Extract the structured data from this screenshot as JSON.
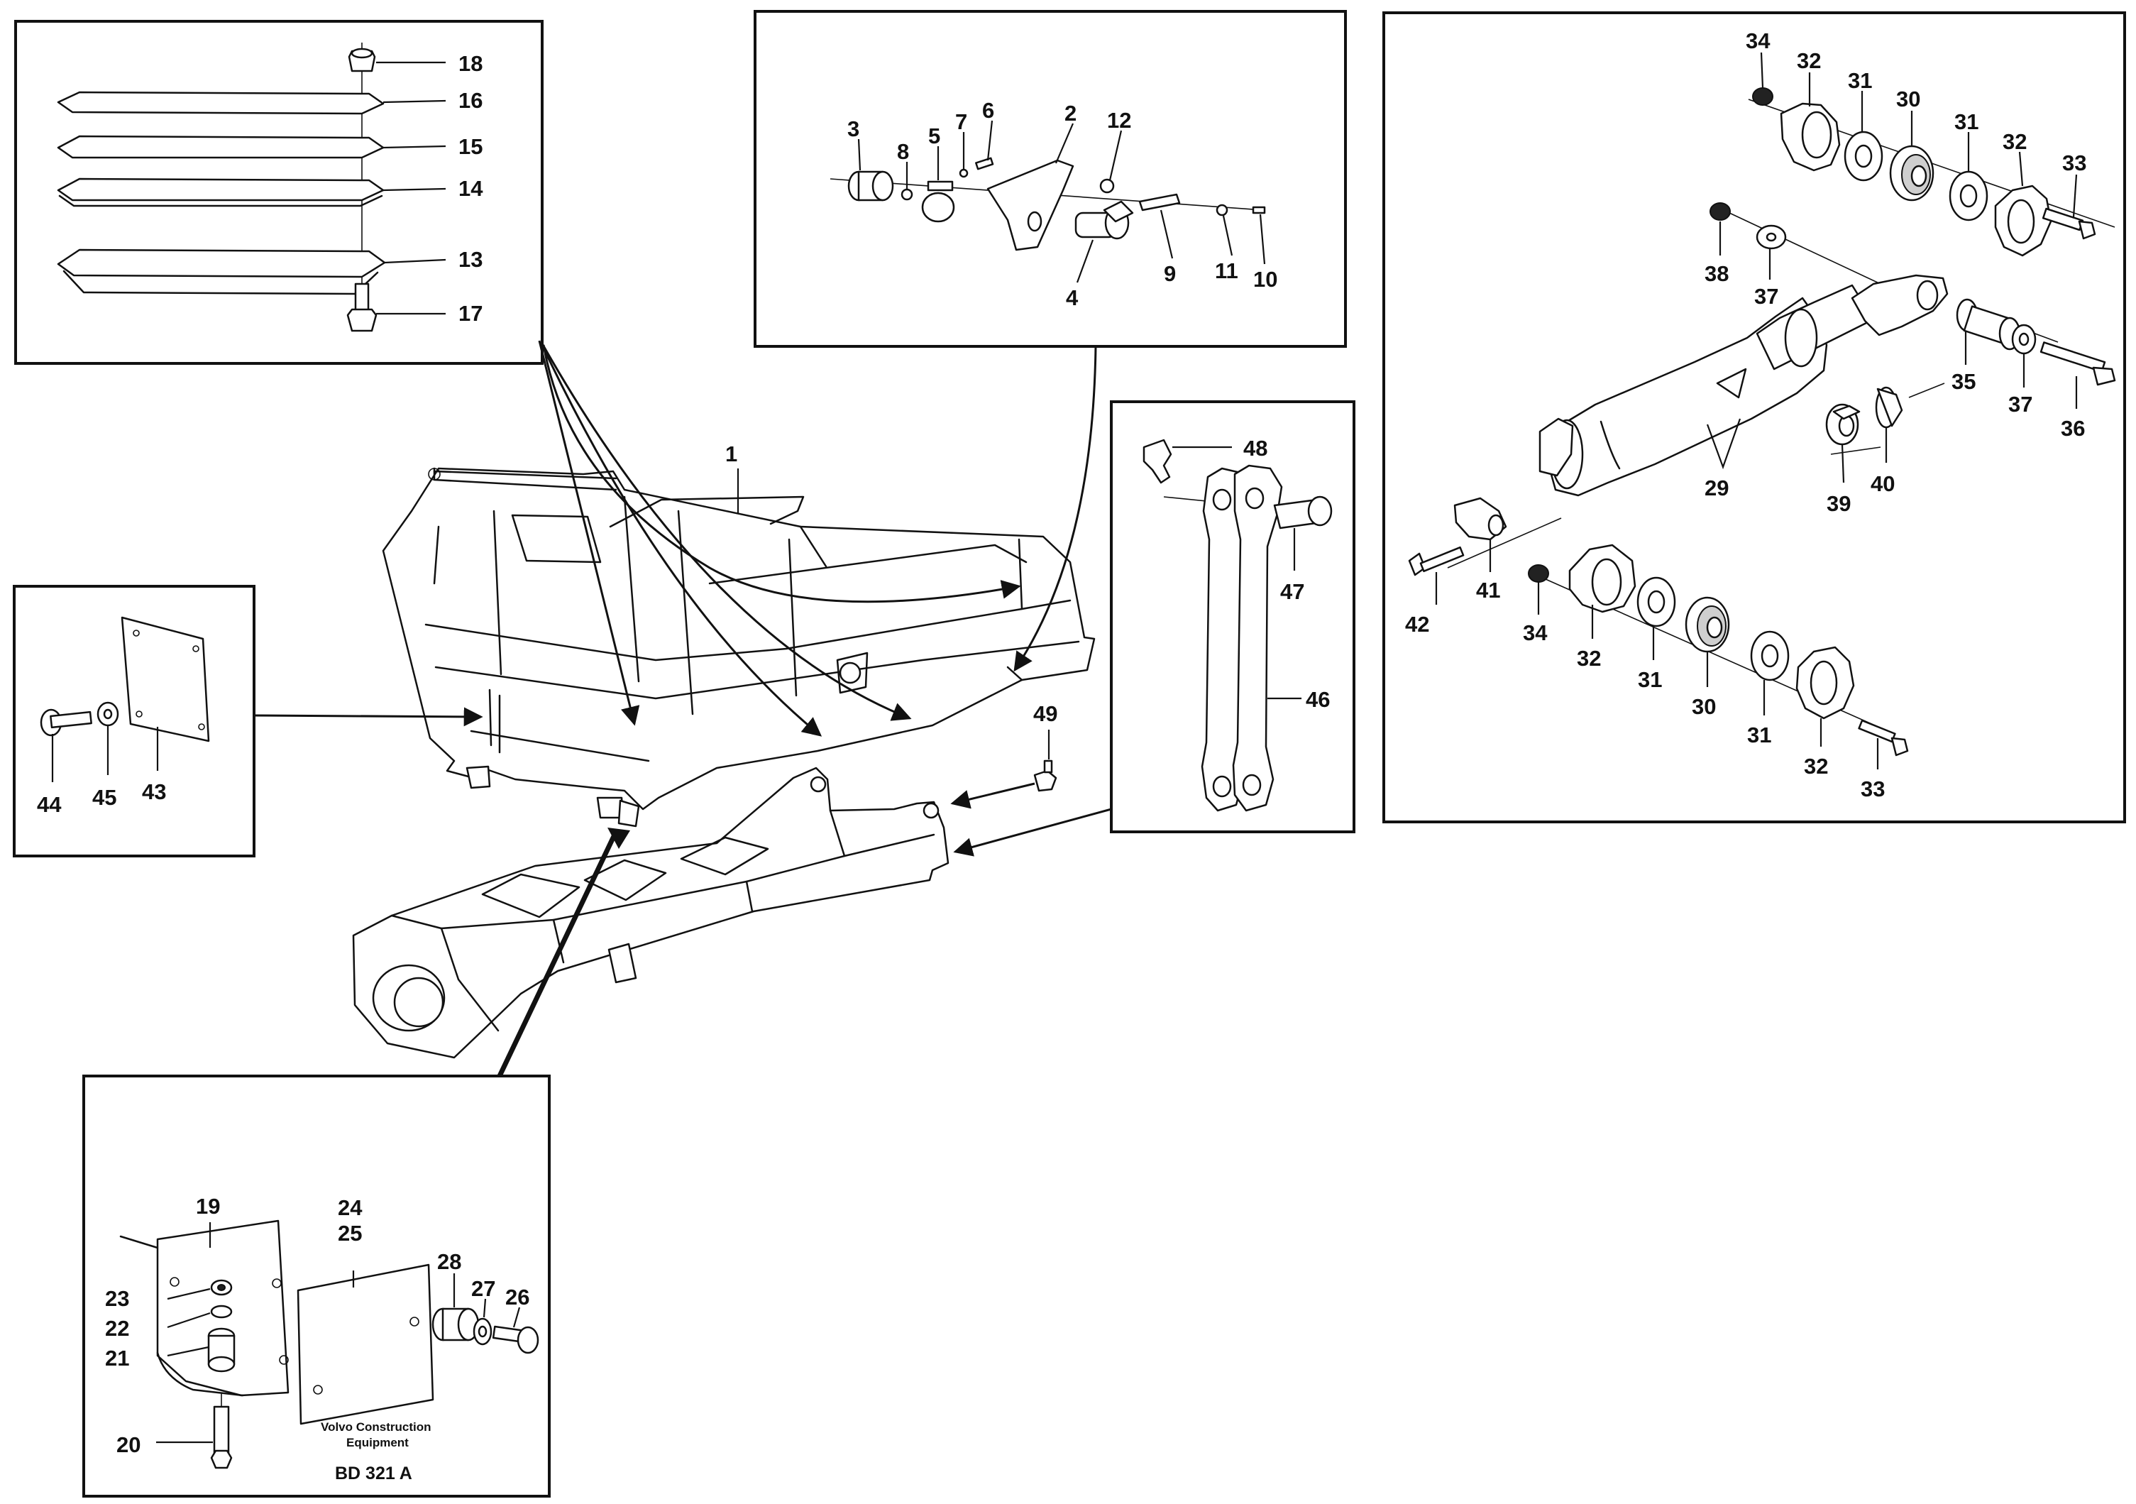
{
  "diagram": {
    "labels": {
      "l1": "1",
      "l2": "2",
      "l3": "3",
      "l4": "4",
      "l5": "5",
      "l6": "6",
      "l7": "7",
      "l8": "8",
      "l9": "9",
      "l10": "10",
      "l11": "11",
      "l12": "12",
      "l13": "13",
      "l14": "14",
      "l15": "15",
      "l16": "16",
      "l17": "17",
      "l18": "18",
      "l19": "19",
      "l20": "20",
      "l21": "21",
      "l22": "22",
      "l23": "23",
      "l24": "24",
      "l25": "25",
      "l26": "26",
      "l27": "27",
      "l28": "28",
      "l29": "29",
      "l30a": "30",
      "l30b": "30",
      "l31a": "31",
      "l31b": "31",
      "l31c": "31",
      "l31d": "31",
      "l32a": "32",
      "l32b": "32",
      "l32c": "32",
      "l32d": "32",
      "l33a": "33",
      "l33b": "33",
      "l34a": "34",
      "l34b": "34",
      "l35": "35",
      "l36": "36",
      "l37a": "37",
      "l37b": "37",
      "l38": "38",
      "l39": "39",
      "l40": "40",
      "l41": "41",
      "l42": "42",
      "l43": "43",
      "l44": "44",
      "l45": "45",
      "l46": "46",
      "l47": "47",
      "l48": "48",
      "l49": "49"
    },
    "footer": {
      "maker_line1": "Volvo Construction",
      "maker_line2": "Equipment",
      "drawing_code": "BD 321 A"
    }
  }
}
